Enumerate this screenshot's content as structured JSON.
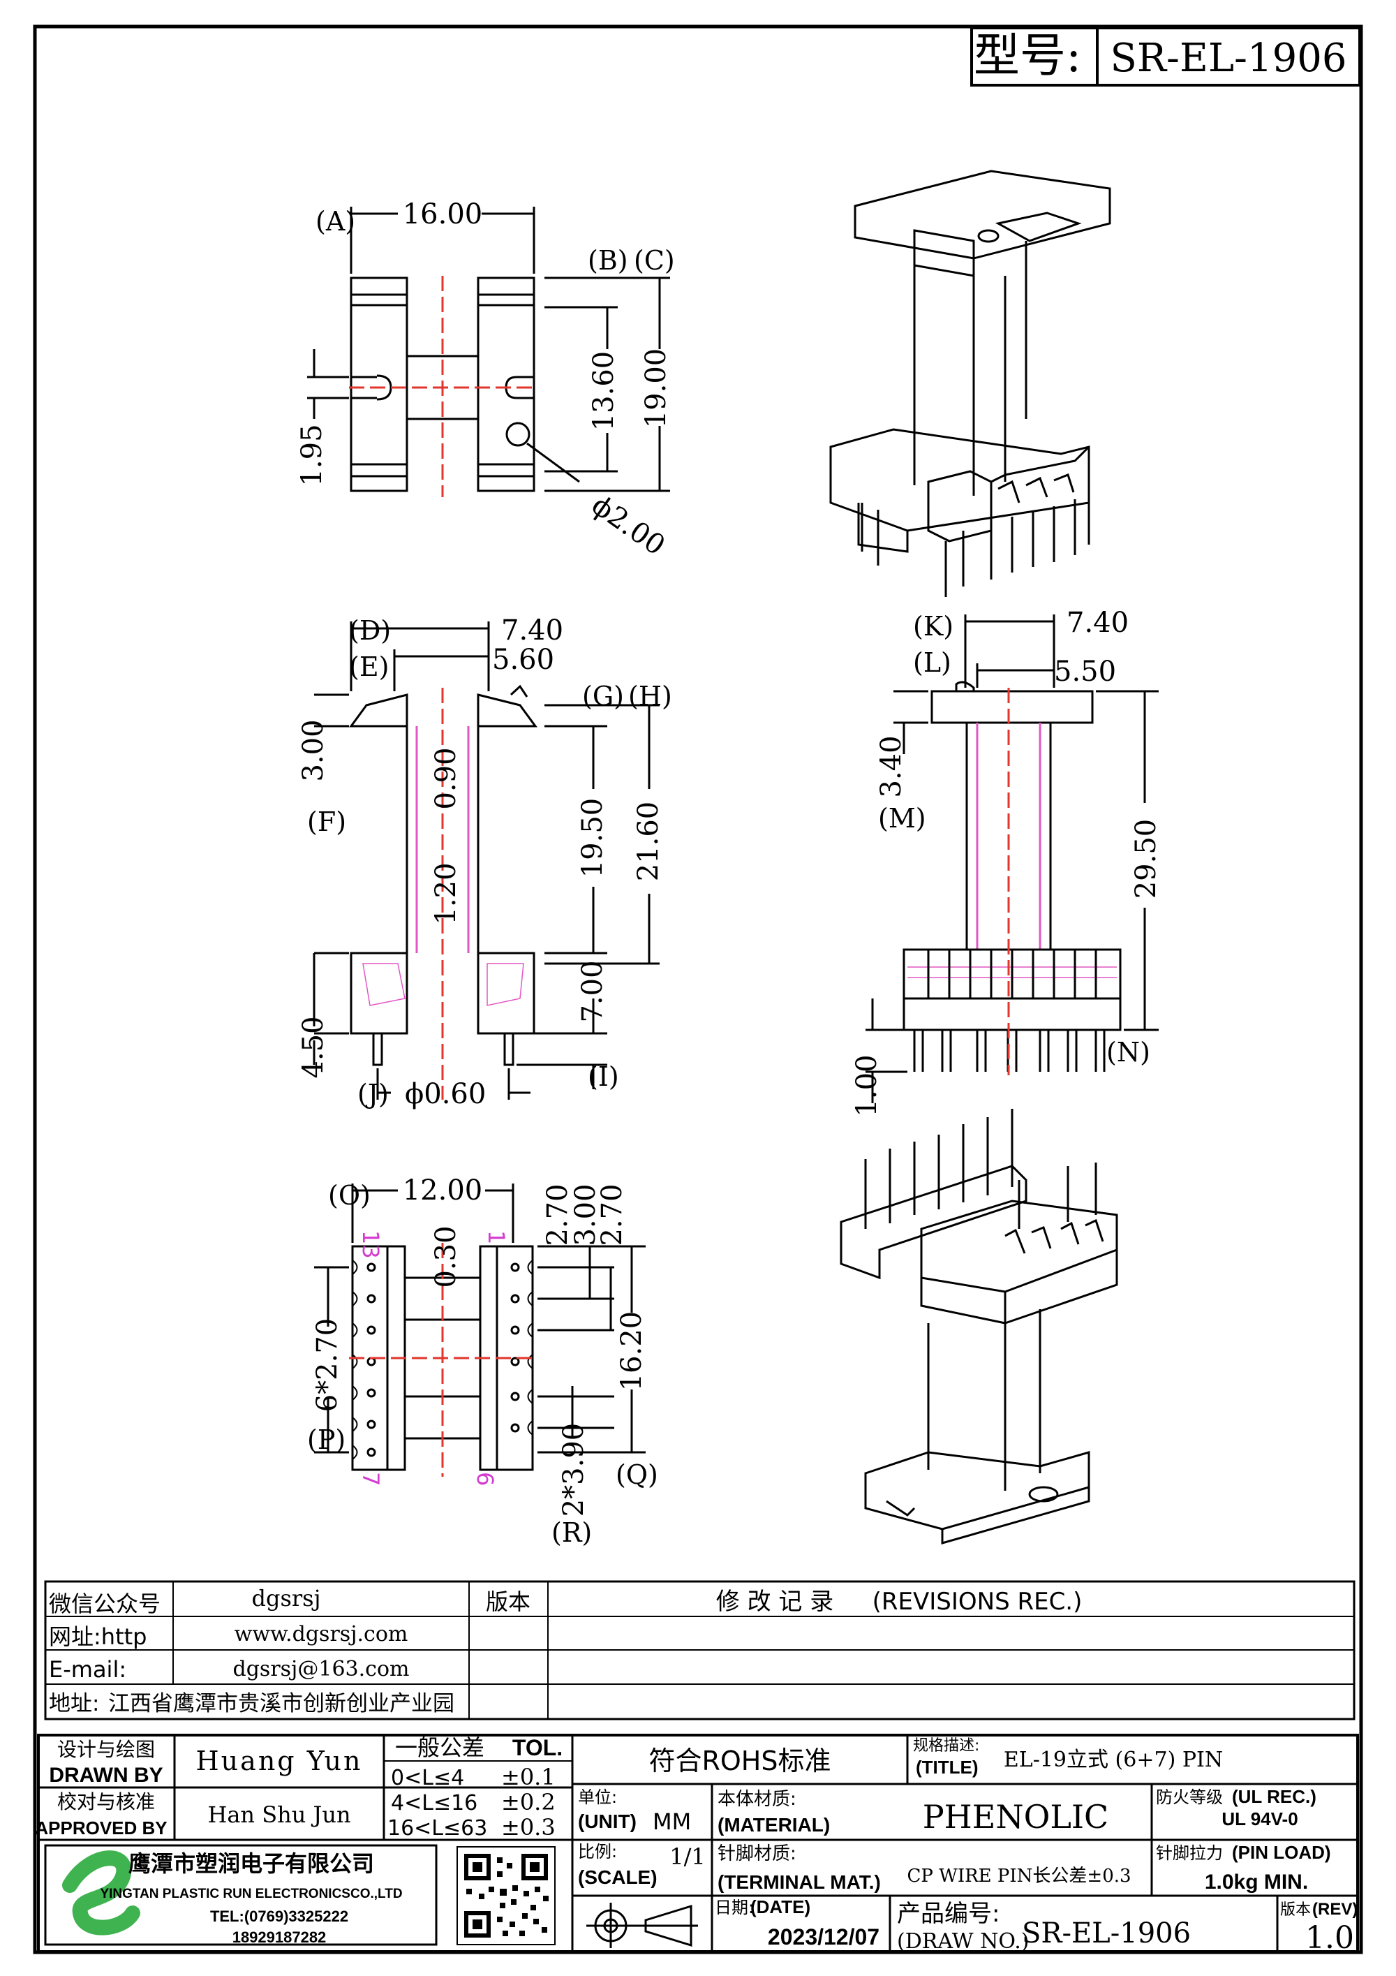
{
  "header": {
    "model_label": "型号:",
    "model_value": "SR-EL-1906"
  },
  "top_view": {
    "dims": {
      "width": "16.00",
      "pin_gap": "13.60",
      "height": "19.00",
      "slot": "1.95",
      "hole": "ϕ2.00"
    },
    "labels": [
      "A",
      "B",
      "C"
    ]
  },
  "side_view": {
    "dims": {
      "d1": "7.40",
      "d2": "5.60",
      "flange": "3.00",
      "wall1": "0.90",
      "wall2": "1.20",
      "win": "19.50",
      "total": "21.60",
      "base": "7.00",
      "pin_len": "4.50",
      "pin_dia": "ϕ0.60"
    },
    "labels": [
      "D",
      "E",
      "F",
      "G",
      "H",
      "I",
      "J"
    ]
  },
  "front_view": {
    "dims": {
      "d1": "7.40",
      "d2": "5.50",
      "flange": "3.40",
      "total": "29.50",
      "pin": "1.00"
    },
    "labels": [
      "K",
      "L",
      "M",
      "N"
    ]
  },
  "bottom_view": {
    "dims": {
      "width": "12.00",
      "a": "2.70",
      "b": "3.00",
      "c": "2.70",
      "wall": "0.30",
      "pitch": "6*2.70",
      "length": "16.20",
      "pitch2": "2*3.90"
    },
    "labels": [
      "O",
      "P",
      "Q",
      "R"
    ],
    "pins": {
      "p13": "13",
      "p1": "1",
      "p7": "7",
      "p6": "6"
    }
  },
  "info": {
    "wechat_label": "微信公众号",
    "wechat": "dgsrsj",
    "web_label": "网址:http",
    "web": "www.dgsrsj.com",
    "email_label": "E-mail:",
    "email": "dgsrsj@163.com",
    "addr_label": "地址:",
    "addr": "江西省鹰潭市贵溪市创新创业产业园",
    "version_label": "版本",
    "revisions_label": "修 改 记 录",
    "revisions_en": "(REVISIONS REC.)"
  },
  "title_block": {
    "drawn_cn": "设计与绘图",
    "drawn_en": "DRAWN BY",
    "drawn_name": "Huang Yun",
    "approved_cn": "校对与核准",
    "approved_en": "APPROVED BY",
    "approved_name": "Han Shu Jun",
    "tol_title_cn": "一般公差",
    "tol_title_en": "TOL.",
    "tol": [
      {
        "range": "0<L≤4",
        "val": "±0.1"
      },
      {
        "range": "4<L≤16",
        "val": "±0.2"
      },
      {
        "range": "16<L≤63",
        "val": "±0.3"
      }
    ],
    "rohs": "符合ROHS标准",
    "title_cn": "规格描述:",
    "title_en": "(TITLE)",
    "title_val": "EL-19立式 (6+7) PIN",
    "unit_cn": "单位:",
    "unit_en": "(UNIT)",
    "unit_val": "MM",
    "material_cn": "本体材质:",
    "material_en": "(MATERIAL)",
    "material_val": "PHENOLIC",
    "ul_cn": "防火等级",
    "ul_en": "(UL REC.)",
    "ul_val": "UL 94V-0",
    "company_cn": "鹰潭市塑润电子有限公司",
    "company_en": "YINGTAN PLASTIC RUN ELECTRONICSCO.,LTD",
    "tel": "TEL:(0769)3325222",
    "phone": "18929187282",
    "scale_cn": "比例:",
    "scale_en": "(SCALE)",
    "scale_val": "1/1",
    "terminal_cn": "针脚材质:",
    "terminal_en": "(TERMINAL MAT.)",
    "terminal_val": "CP WIRE  PIN长公差±0.3",
    "load_cn": "针脚拉力",
    "load_en": "(PIN LOAD)",
    "load_val": "1.0kg MIN.",
    "date_cn": "日期:",
    "date_en": "(DATE)",
    "date_val": "2023/12/07",
    "drawno_cn": "产品编号:",
    "drawno_en": "(DRAW NO.)",
    "drawno_val": "SR-EL-1906",
    "rev_cn": "版本",
    "rev_en": "(REV)",
    "rev_val": "1.0"
  }
}
